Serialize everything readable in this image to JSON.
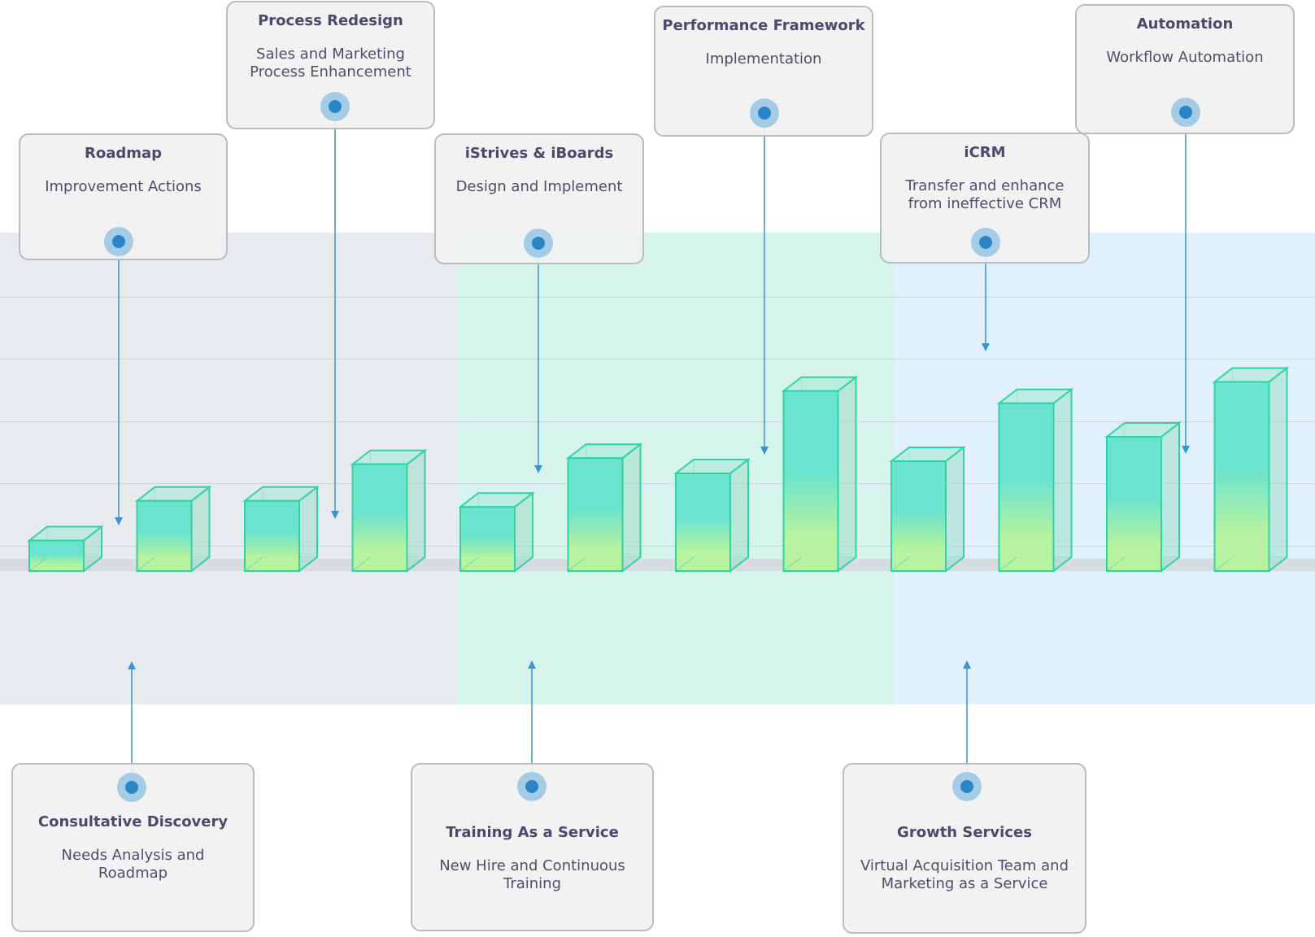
{
  "colors": {
    "band_1": "#e8ebee",
    "band_2": "#d7f4ec",
    "band_3": "#e0f1fc",
    "connector": "#3b93cf",
    "node_outer": "#a5cce6",
    "node_inner": "#2b84c6",
    "bar_top": "#6ae3cf",
    "bar_bottom": "#b6f29f",
    "bar_edge": "#2fd4a2"
  },
  "chart_data": {
    "type": "bar",
    "style": "3d-glass-columns",
    "values": [
      1.0,
      2.3,
      2.3,
      3.5,
      2.1,
      3.7,
      3.2,
      5.9,
      3.6,
      5.5,
      4.4,
      6.2
    ]
  },
  "milestones_top": [
    {
      "title": "Roadmap",
      "desc": "Improvement Actions"
    },
    {
      "title": "Process Redesign",
      "desc": "Sales and Marketing Process Enhancement"
    },
    {
      "title": "iStrives & iBoards",
      "desc": "Design and Implement"
    },
    {
      "title": "Performance Framework",
      "desc": "Implementation"
    },
    {
      "title": "iCRM",
      "desc": "Transfer and enhance from ineffective CRM"
    },
    {
      "title": "Automation",
      "desc": "Workflow Automation"
    }
  ],
  "services_bottom": [
    {
      "title": "Consultative Discovery",
      "desc": "Needs Analysis and Roadmap"
    },
    {
      "title": "Training As a Service",
      "desc": "New Hire and Continuous Training"
    },
    {
      "title": "Growth Services",
      "desc": "Virtual Acquisition Team and Marketing as a Service"
    }
  ]
}
